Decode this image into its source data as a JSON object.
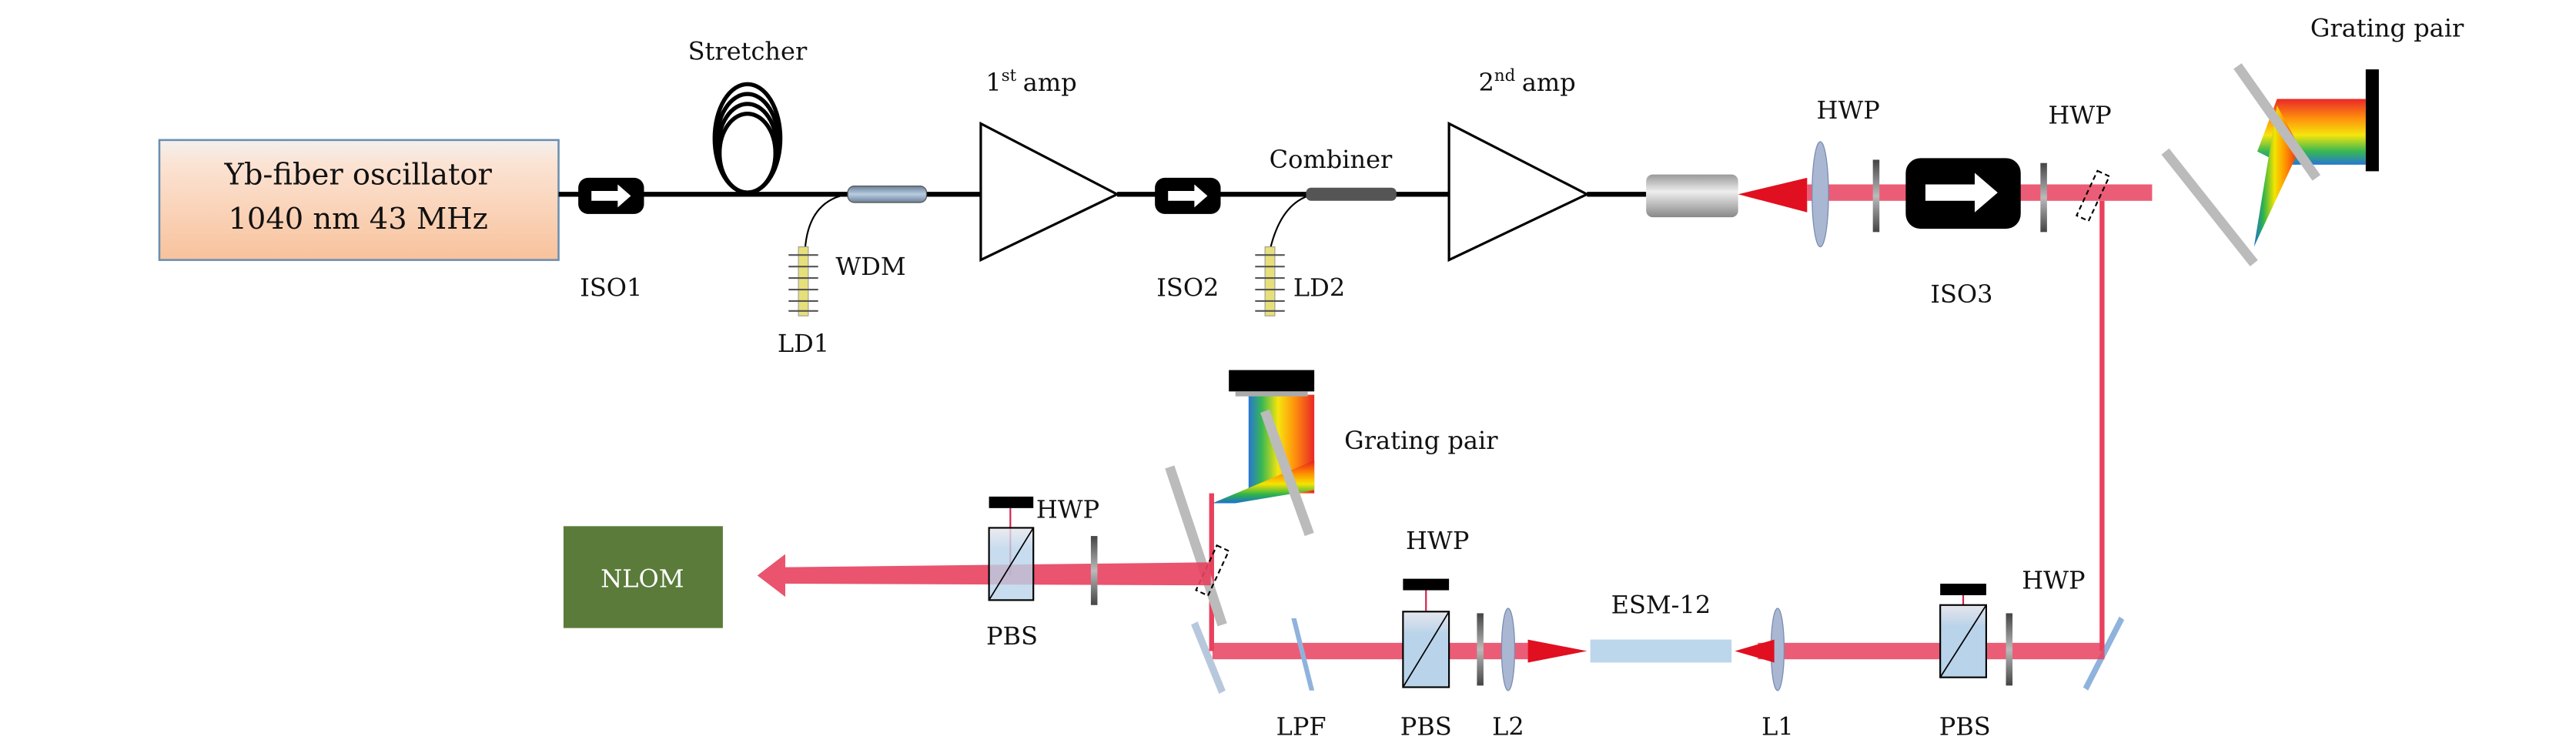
{
  "oscillator": {
    "line1": "Yb-fiber oscillator",
    "line2": "1040 nm 43 MHz"
  },
  "labels": {
    "stretcher": "Stretcher",
    "amp1_num": "1",
    "amp1_sup": "st",
    "amp1_word": "amp",
    "amp2_num": "2",
    "amp2_sup": "nd",
    "amp2_word": "amp",
    "combiner": "Combiner",
    "iso1": "ISO1",
    "iso2": "ISO2",
    "iso3": "ISO3",
    "wdm": "WDM",
    "ld1": "LD1",
    "ld2": "LD2",
    "hwp_top1": "HWP",
    "hwp_top2": "HWP",
    "grating_top": "Grating pair",
    "grating_bottom": "Grating pair",
    "hwp_nlom": "HWP",
    "pbs_nlom": "PBS",
    "hwp_mid": "HWP",
    "hwp_right": "HWP",
    "esm": "ESM-12",
    "lpf": "LPF",
    "pbs_mid": "PBS",
    "l2": "L2",
    "l1": "L1",
    "pbs_right": "PBS"
  },
  "nlom": "NLOM",
  "colors": {
    "beam": "#e8415e",
    "nlom": "#5b7b3a",
    "oscillator": "#f8c9a4"
  }
}
